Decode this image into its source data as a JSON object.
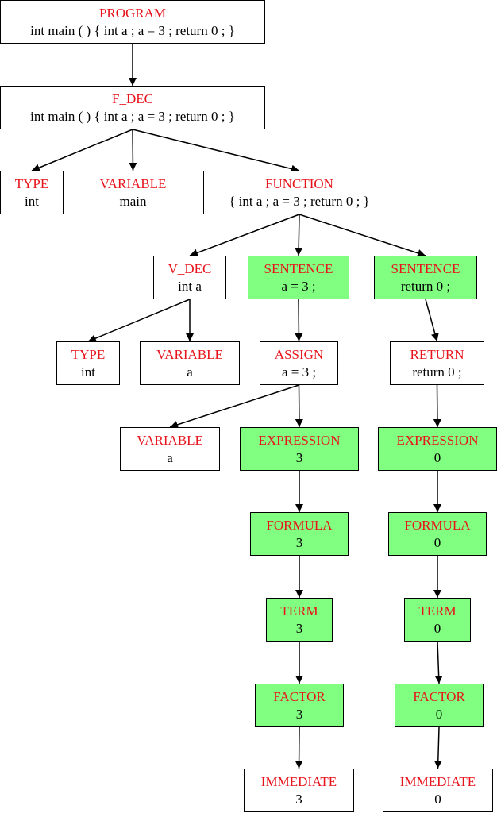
{
  "colors": {
    "kind_text": "#e8141c",
    "highlight_fill": "#80ff80",
    "border": "#000000"
  },
  "nodes": {
    "program": {
      "kind": "PROGRAM",
      "code": "int main ( ) { int a ; a = 3 ; return 0 ; }",
      "highlighted": false
    },
    "f_dec": {
      "kind": "F_DEC",
      "code": "int main ( ) { int a ; a = 3 ; return 0 ; }",
      "highlighted": false
    },
    "type_1": {
      "kind": "TYPE",
      "code": "int",
      "highlighted": false
    },
    "variable_1": {
      "kind": "VARIABLE",
      "code": "main",
      "highlighted": false
    },
    "function": {
      "kind": "FUNCTION",
      "code": "{ int a ; a = 3 ; return 0 ; }",
      "highlighted": false
    },
    "v_dec": {
      "kind": "V_DEC",
      "code": "int a",
      "highlighted": false
    },
    "sentence_1": {
      "kind": "SENTENCE",
      "code": "a = 3 ;",
      "highlighted": true
    },
    "sentence_2": {
      "kind": "SENTENCE",
      "code": "return 0 ;",
      "highlighted": true
    },
    "type_2": {
      "kind": "TYPE",
      "code": "int",
      "highlighted": false
    },
    "variable_2": {
      "kind": "VARIABLE",
      "code": "a",
      "highlighted": false
    },
    "assign": {
      "kind": "ASSIGN",
      "code": "a = 3 ;",
      "highlighted": false
    },
    "return": {
      "kind": "RETURN",
      "code": "return 0 ;",
      "highlighted": false
    },
    "variable_3": {
      "kind": "VARIABLE",
      "code": "a",
      "highlighted": false
    },
    "expression_1": {
      "kind": "EXPRESSION",
      "code": "3",
      "highlighted": true
    },
    "expression_2": {
      "kind": "EXPRESSION",
      "code": "0",
      "highlighted": true
    },
    "formula_1": {
      "kind": "FORMULA",
      "code": "3",
      "highlighted": true
    },
    "formula_2": {
      "kind": "FORMULA",
      "code": "0",
      "highlighted": true
    },
    "term_1": {
      "kind": "TERM",
      "code": "3",
      "highlighted": true
    },
    "term_2": {
      "kind": "TERM",
      "code": "0",
      "highlighted": true
    },
    "factor_1": {
      "kind": "FACTOR",
      "code": "3",
      "highlighted": true
    },
    "factor_2": {
      "kind": "FACTOR",
      "code": "0",
      "highlighted": true
    },
    "immediate_1": {
      "kind": "IMMEDIATE",
      "code": "3",
      "highlighted": false
    },
    "immediate_2": {
      "kind": "IMMEDIATE",
      "code": "0",
      "highlighted": false
    }
  },
  "edges": [
    [
      "program",
      "f_dec"
    ],
    [
      "f_dec",
      "type_1"
    ],
    [
      "f_dec",
      "variable_1"
    ],
    [
      "f_dec",
      "function"
    ],
    [
      "function",
      "v_dec"
    ],
    [
      "function",
      "sentence_1"
    ],
    [
      "function",
      "sentence_2"
    ],
    [
      "v_dec",
      "type_2"
    ],
    [
      "v_dec",
      "variable_2"
    ],
    [
      "sentence_1",
      "assign"
    ],
    [
      "sentence_2",
      "return"
    ],
    [
      "assign",
      "variable_3"
    ],
    [
      "assign",
      "expression_1"
    ],
    [
      "return",
      "expression_2"
    ],
    [
      "expression_1",
      "formula_1"
    ],
    [
      "formula_1",
      "term_1"
    ],
    [
      "term_1",
      "factor_1"
    ],
    [
      "factor_1",
      "immediate_1"
    ],
    [
      "expression_2",
      "formula_2"
    ],
    [
      "formula_2",
      "term_2"
    ],
    [
      "term_2",
      "factor_2"
    ],
    [
      "factor_2",
      "immediate_2"
    ]
  ]
}
